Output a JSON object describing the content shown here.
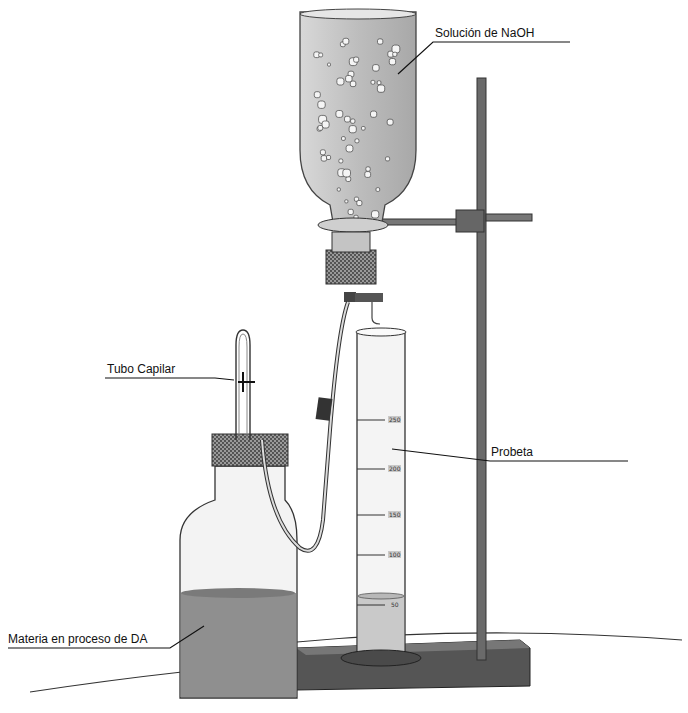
{
  "diagram": {
    "labels": [
      "Solución de NaOH",
      "Tubo Capilar",
      "Probeta",
      "Materia en proceso de DA",
      "250",
      "200",
      "150",
      "100",
      "50"
    ]
  }
}
